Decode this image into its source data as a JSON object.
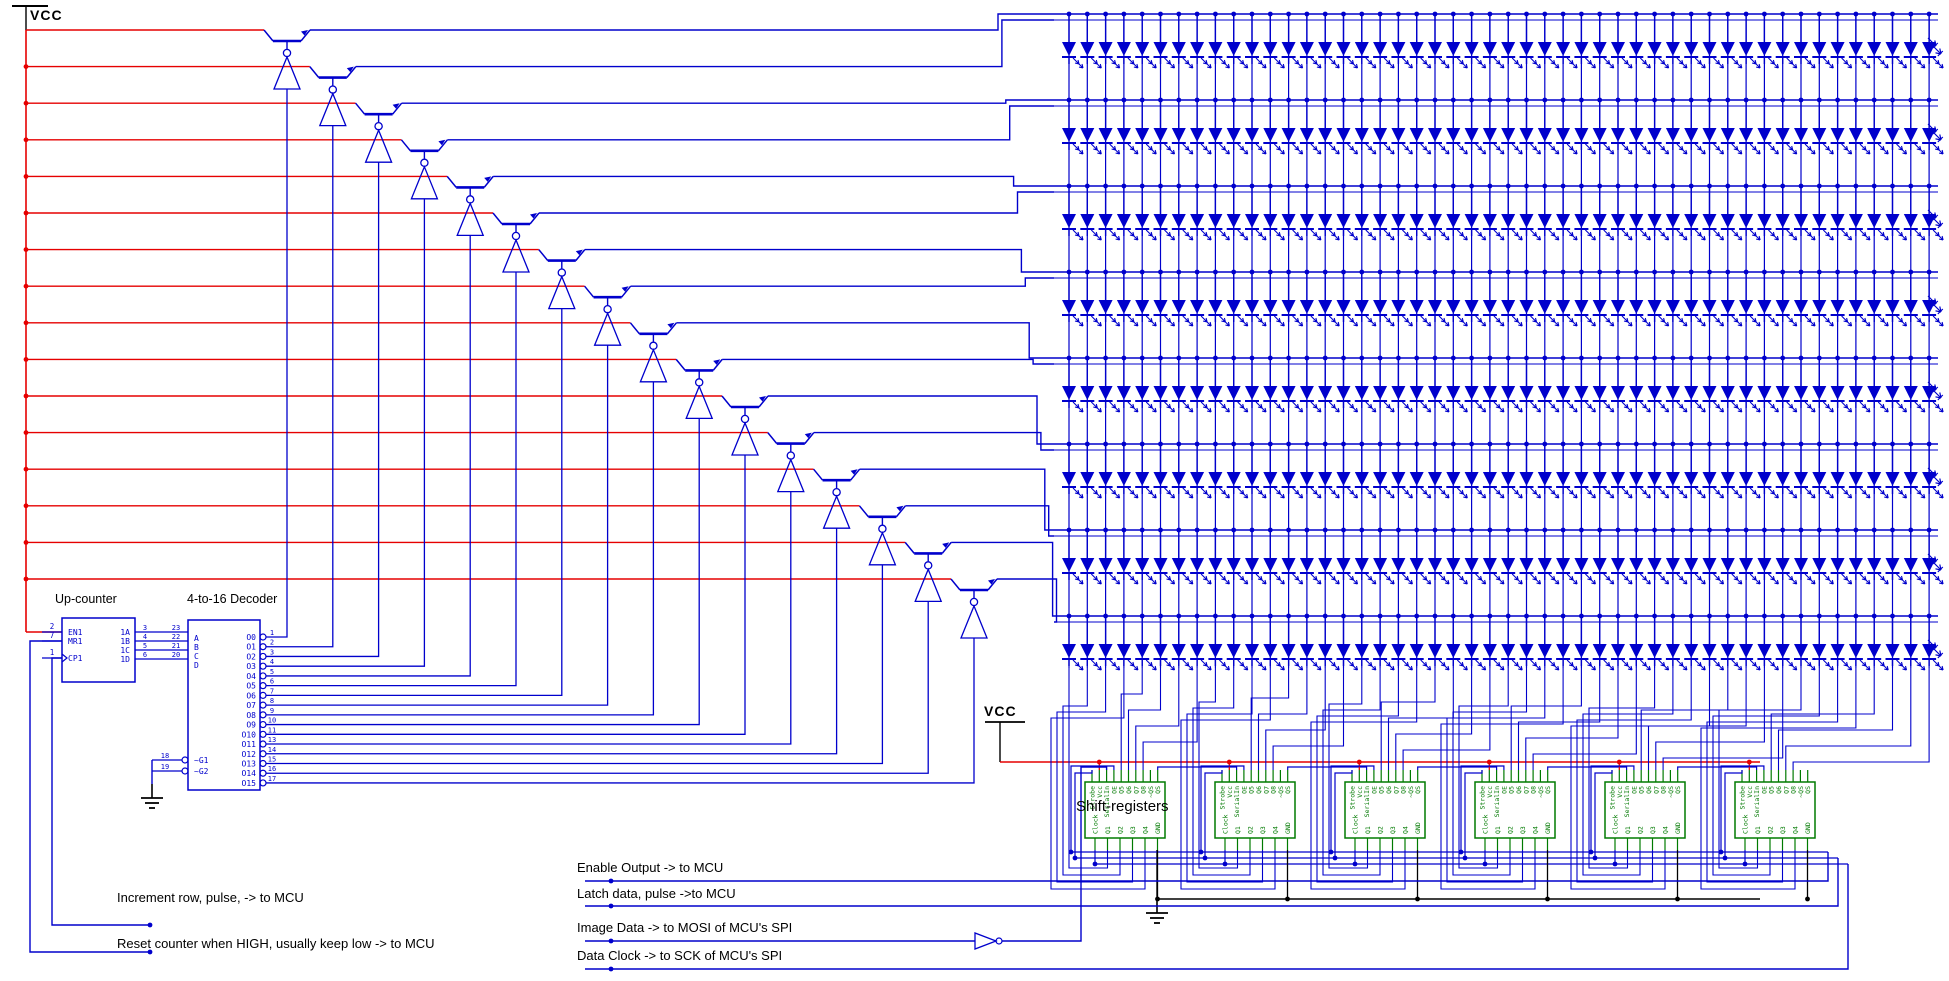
{
  "colors": {
    "wire": "#0000cc",
    "power": "#e60000",
    "ic_green": "#007a00",
    "black": "#000000",
    "bg": "#ffffff"
  },
  "labels": {
    "vcc_top": "VCC",
    "vcc_registers": "VCC",
    "up_counter": "Up-counter",
    "decoder_title": "4-to-16 Decoder",
    "shift_registers": "Shift-registers",
    "increment": "Increment row, pulse, -> to MCU",
    "reset": "Reset counter when HIGH, usually keep low -> to MCU",
    "enable": "Enable Output -> to MCU",
    "latch": "Latch data, pulse ->to  MCU",
    "image_data": "Image Data -> to MOSI of MCU's SPI",
    "data_clock": "Data Clock -> to SCK of MCU's SPI"
  },
  "counter": {
    "left_pins": [
      {
        "name": "EN1",
        "num": "2"
      },
      {
        "name": "MR1",
        "num": "7"
      },
      {
        "name": "CP1",
        "num": "1",
        "clock": true
      }
    ],
    "right_pins": [
      {
        "name": "1A",
        "num": "3"
      },
      {
        "name": "1B",
        "num": "4"
      },
      {
        "name": "1C",
        "num": "5"
      },
      {
        "name": "1D",
        "num": "6"
      }
    ]
  },
  "decoder": {
    "input_pins": [
      {
        "name": "A",
        "num": "23"
      },
      {
        "name": "B",
        "num": "22"
      },
      {
        "name": "C",
        "num": "21"
      },
      {
        "name": "D",
        "num": "20"
      }
    ],
    "enable_pins": [
      {
        "name": "~G1",
        "num": "18"
      },
      {
        "name": "~G2",
        "num": "19"
      }
    ],
    "output_names": [
      "O0",
      "O1",
      "O2",
      "O3",
      "O4",
      "O5",
      "O6",
      "O7",
      "O8",
      "O9",
      "O10",
      "O11",
      "O12",
      "O13",
      "O14",
      "O15"
    ],
    "output_nums": [
      "1",
      "2",
      "3",
      "4",
      "5",
      "6",
      "7",
      "8",
      "9",
      "10",
      "11",
      "13",
      "14",
      "15",
      "16",
      "17"
    ]
  },
  "matrix": {
    "rows": 8,
    "cols": 48,
    "row_drivers": 16
  },
  "shift_register": {
    "count": 6,
    "top_pins": [
      "Strobe",
      "Vcc",
      "SerialIn",
      "OE",
      "Q5",
      "Q6",
      "Q7",
      "Q8",
      "~QS",
      "QS"
    ],
    "bottom_pins": [
      "Clock",
      "Q1",
      "Q2",
      "Q3",
      "Q4",
      "GND"
    ]
  }
}
